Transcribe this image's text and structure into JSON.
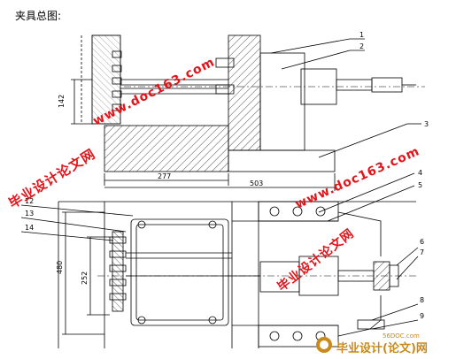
{
  "title": "夹具总图:",
  "dimensions": {
    "d142": "142",
    "d277": "277",
    "d503": "503",
    "d480": "480",
    "d252": "252"
  },
  "part_numbers": [
    "1",
    "2",
    "3",
    "4",
    "5",
    "6",
    "7",
    "8",
    "9",
    "12",
    "13",
    "14"
  ],
  "watermarks": {
    "site_a": "毕业设计论文网",
    "site_b": "www.doc163.com",
    "logo_domain": "56DOC.com",
    "logo_text": "毕业设计(论文)网"
  },
  "colors": {
    "line": "#000000",
    "watermark": "#e4141b",
    "logo_gold": "#c98a1a"
  }
}
